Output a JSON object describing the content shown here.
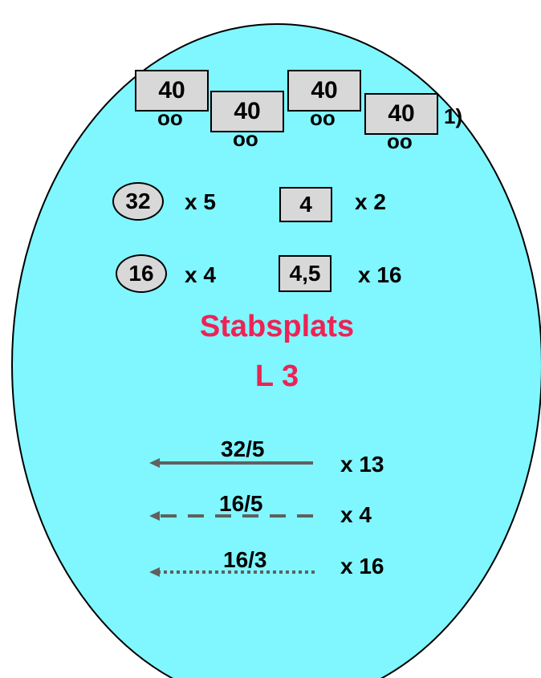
{
  "colors": {
    "background": "#80F6FF",
    "title": "#EE2255",
    "box_fill": "#D8D8D8",
    "arrow": "#606060"
  },
  "vehicles": [
    {
      "label": "40",
      "wheels": "oo"
    },
    {
      "label": "40",
      "wheels": "oo"
    },
    {
      "label": "40",
      "wheels": "oo"
    },
    {
      "label": "40",
      "wheels": "oo"
    }
  ],
  "footnote": "1)",
  "row1": {
    "circle": "32",
    "circle_count": "x 5",
    "box": "4",
    "box_count": "x 2"
  },
  "row2": {
    "circle": "16",
    "circle_count": "x 4",
    "box": "4,5",
    "box_count": "x 16"
  },
  "title": {
    "line1": "Stabsplats",
    "line2": "L 3"
  },
  "arrows": [
    {
      "label": "32/5",
      "count": "x 13",
      "style": "solid"
    },
    {
      "label": "16/5",
      "count": "x 4",
      "style": "dashed"
    },
    {
      "label": "16/3",
      "count": "x 16",
      "style": "dotted"
    }
  ]
}
